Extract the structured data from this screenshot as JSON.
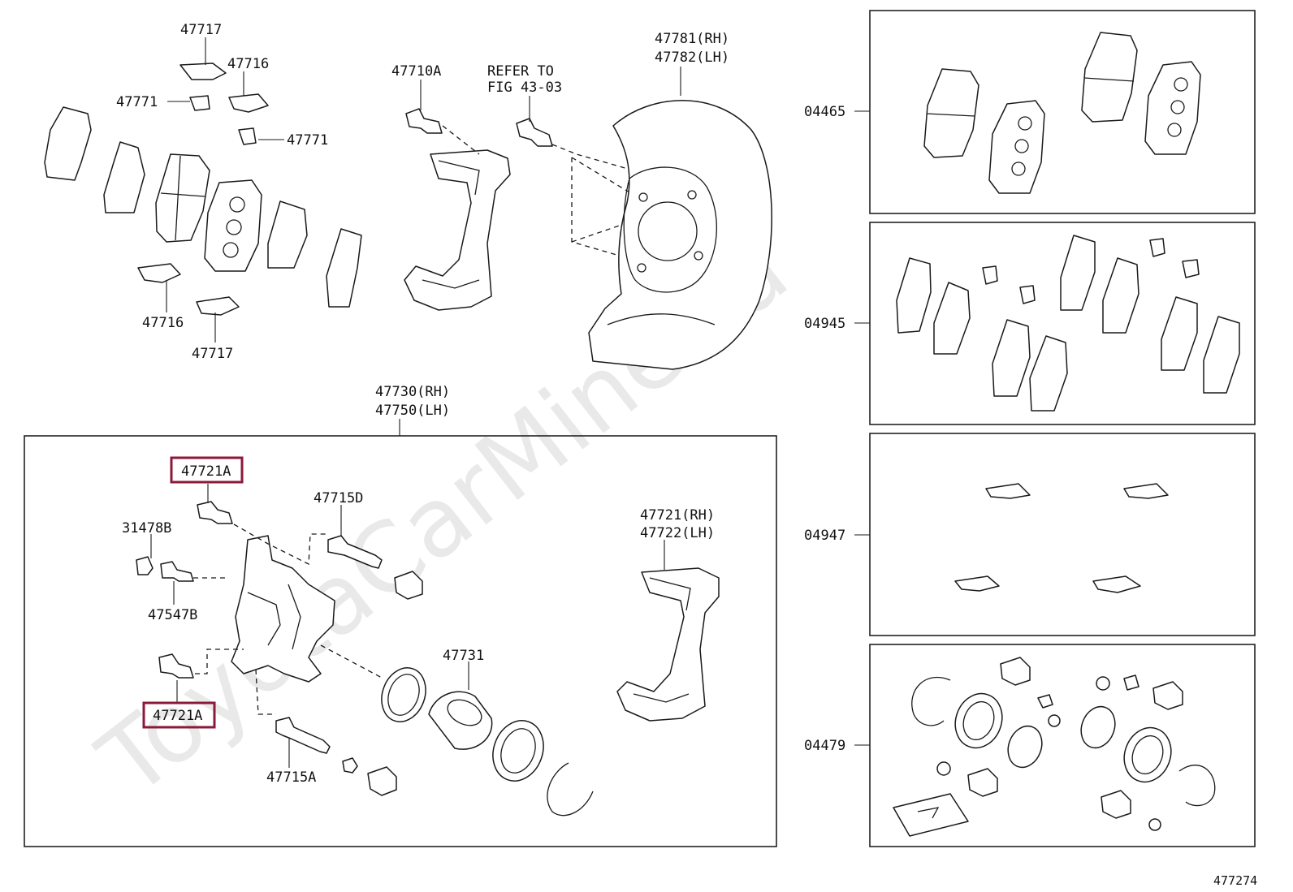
{
  "watermark": "ToyotaCarMine.ru",
  "figure_number": "477274",
  "highlight_color": "#8b1a3a",
  "labels": {
    "p47717a": "47717",
    "p47716a": "47716",
    "p47771a": "47771",
    "p47771b": "47771",
    "p47716b": "47716",
    "p47717b": "47717",
    "p47710A": "47710A",
    "refer_line1": "REFER TO",
    "refer_line2": "FIG 43-03",
    "p47781": "47781(RH)",
    "p47782": "47782(LH)",
    "p47730": "47730(RH)",
    "p47750": "47750(LH)",
    "p47721A_top": "47721A",
    "p31478B": "31478B",
    "p47715D": "47715D",
    "p47721": "47721(RH)",
    "p47722": "47722(LH)",
    "p47547B": "47547B",
    "p47731": "47731",
    "p47721A_bottom": "47721A",
    "p47715A": "47715A",
    "kit04465": "04465",
    "kit04945": "04945",
    "kit04947": "04947",
    "kit04479": "04479"
  }
}
